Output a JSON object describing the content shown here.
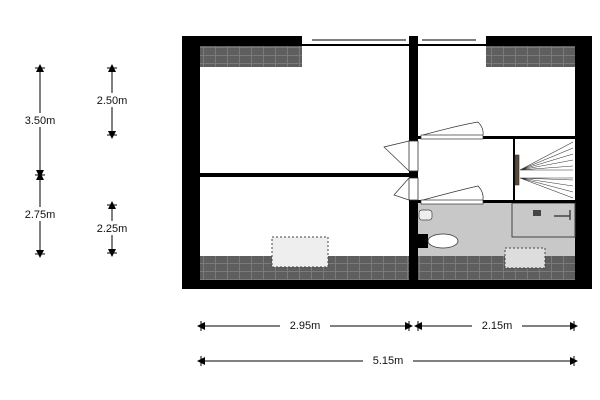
{
  "floorplan": {
    "title": "Attic floor plan",
    "colors": {
      "wall": "#000000",
      "tiles": "#5a5a5a",
      "bathroom": "#c8c8c8",
      "background": "#ffffff"
    },
    "dimensions": {
      "left_outer_top": "3.50m",
      "left_outer_bottom": "2.75m",
      "left_inner_top": "2.50m",
      "left_inner_bottom": "2.25m",
      "bottom_left": "2.95m",
      "bottom_right": "2.15m",
      "bottom_total": "5.15m"
    }
  }
}
